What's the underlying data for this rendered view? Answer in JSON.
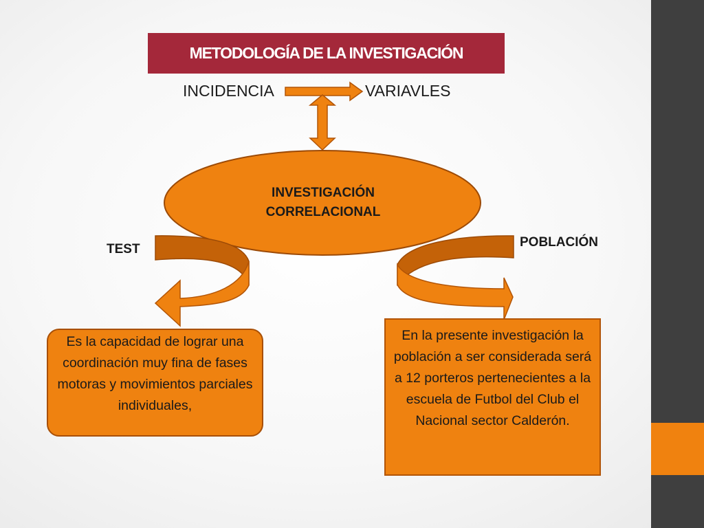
{
  "title": "METODOLOGÍA DE LA INVESTIGACIÓN",
  "top_row": {
    "left_label": "INCIDENCIA",
    "right_label": "VARIAVLES"
  },
  "center": {
    "line1": "INVESTIGACIÓN",
    "line2": "CORRELACIONAL"
  },
  "branches": {
    "left_label": "TEST",
    "right_label": "POBLACIÓN"
  },
  "boxes": {
    "left_text": "Es la capacidad de lograr una coordinación muy fina de fases motoras y movimientos parciales individuales,",
    "right_text": "En la presente investigación la población a ser considerada será a 12 porteros pertenecientes a la escuela de Futbol del Club el Nacional sector Calderón."
  },
  "colors": {
    "banner": "#a4283a",
    "orange": "#ef8210",
    "orange_dark": "#c46208",
    "sidebar": "#3f3f3f",
    "sidebar_accent": "#f0820f"
  }
}
